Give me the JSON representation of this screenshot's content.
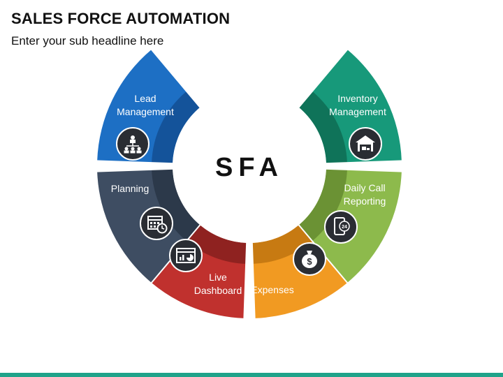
{
  "header": {
    "title": "SALES FORCE AUTOMATION",
    "subtitle": "Enter your sub headline here"
  },
  "center_label": "SFA",
  "colors": {
    "accent_bar": "#1fa38a",
    "icon_circle": "#2a2d33",
    "center_fill": "#ffffff"
  },
  "segments": [
    {
      "id": "lead",
      "lines": [
        "Lead",
        "Management"
      ],
      "icon": "network-people-icon",
      "color": "#1d6fc4",
      "inner": "#14539a"
    },
    {
      "id": "planning",
      "lines": [
        "Planning"
      ],
      "icon": "calendar-clock-icon",
      "color": "#3e4d62",
      "inner": "#2c394a"
    },
    {
      "id": "dashboard",
      "lines": [
        "Live",
        "Dashboard"
      ],
      "icon": "dashboard-chart-icon",
      "color": "#c0312e",
      "inner": "#8f2220"
    },
    {
      "id": "expenses",
      "lines": [
        "Expenses"
      ],
      "icon": "money-bag-icon",
      "color": "#f19a22",
      "inner": "#c77a12"
    },
    {
      "id": "daily",
      "lines": [
        "Daily Call",
        "Reporting"
      ],
      "icon": "phone-24-icon",
      "color": "#8dba4c",
      "inner": "#6b9234"
    },
    {
      "id": "inventory",
      "lines": [
        "Inventory",
        "Management"
      ],
      "icon": "warehouse-icon",
      "color": "#17997a",
      "inner": "#0f7359"
    }
  ]
}
